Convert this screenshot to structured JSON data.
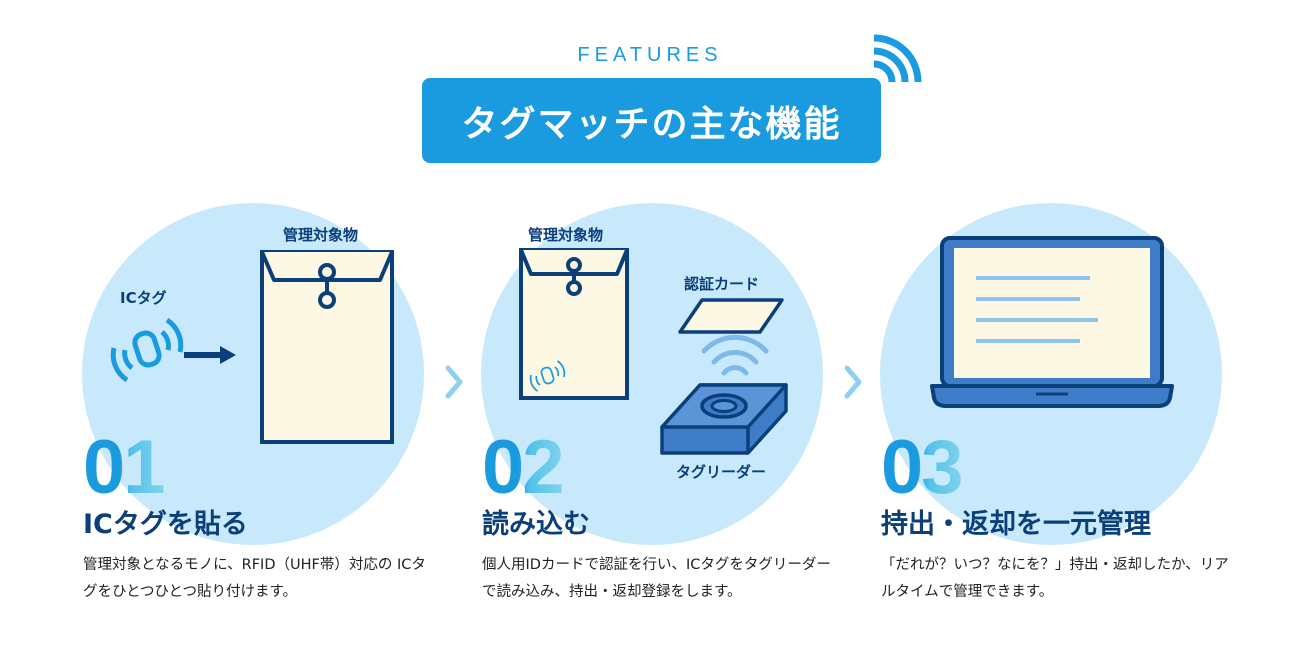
{
  "header": {
    "eyebrow": "FEATURES",
    "title": "タグマッチの主な機能"
  },
  "features": [
    {
      "number": "01",
      "title": "ICタグを貼る",
      "description": "管理対象となるモノに、RFID（UHF帯）対応の ICタグをひとつひとつ貼り付けます。",
      "illustration_labels": {
        "tag": "ICタグ",
        "object": "管理対象物"
      }
    },
    {
      "number": "02",
      "title": "読み込む",
      "description": "個人用IDカードで認証を行い、ICタグをタグリーダーで読み込み、持出・返却登録をします。",
      "illustration_labels": {
        "object": "管理対象物",
        "card": "認証カード",
        "reader": "タグリーダー"
      }
    },
    {
      "number": "03",
      "title": "持出・返却を一元管理",
      "description": "「だれが？いつ？なにを？」持出・返却したか、リアルタイムで管理できます。",
      "illustration_labels": {}
    }
  ],
  "colors": {
    "accent": "#1a9be0",
    "navy": "#0b3f7a",
    "circle_bg": "#c8e9fb",
    "envelope_fill": "#fdf8e3"
  }
}
